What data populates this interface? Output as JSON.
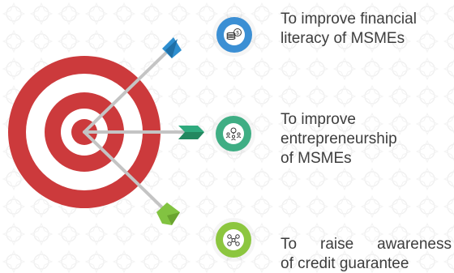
{
  "objectives": [
    {
      "line1": "To improve financial",
      "line2": "literacy of MSMEs",
      "icon": "coins-icon",
      "color": "#3b8fd4"
    },
    {
      "line1": "To improve",
      "line2": "entrepreneurship",
      "line3": "of MSMEs",
      "icon": "idea-people-icon",
      "color": "#3fae84"
    },
    {
      "line1": "To raise awareness",
      "line2": "of credit guarantee",
      "icon": "network-icon",
      "color": "#8cc63f"
    }
  ],
  "colors": {
    "target_red": "#cc3a3c",
    "target_white": "#ffffff",
    "arrow_shaft": "#c9c9c9",
    "arrow_blue": "#2e8fd0",
    "arrow_teal": "#2faa7e",
    "arrow_green": "#82c341",
    "pattern": "#f1f1f1"
  }
}
